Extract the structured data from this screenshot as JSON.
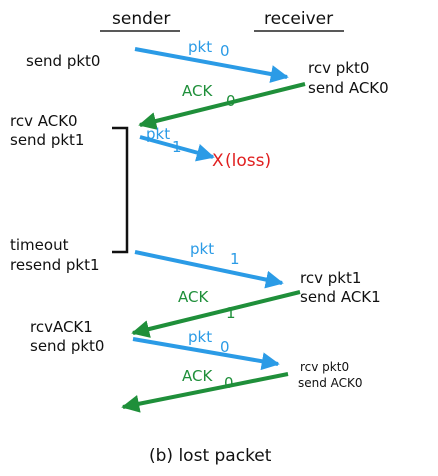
{
  "headers": {
    "sender": "sender",
    "receiver": "receiver"
  },
  "colors": {
    "blue": "#2b9be6",
    "green": "#1f8f3a",
    "red": "#e02020",
    "black": "#111111"
  },
  "sender_events": [
    [
      "send pkt0"
    ],
    [
      "rcv ACK0",
      "send pkt1"
    ],
    [
      "timeout",
      "resend pkt1"
    ],
    [
      "rcvACK1",
      "send pkt0"
    ]
  ],
  "receiver_events": [
    [
      "rcv pkt0",
      "send ACK0"
    ],
    [
      "rcv pkt1",
      "send ACK1"
    ],
    [
      "rcv pkt0",
      "send ACK0"
    ]
  ],
  "messages": [
    {
      "label": "pkt",
      "seq": "0",
      "color": "blue"
    },
    {
      "label": "ACK",
      "seq": "0",
      "color": "green"
    },
    {
      "label": "pkt",
      "seq": "1",
      "color": "blue"
    },
    {
      "label": "pkt",
      "seq": "1",
      "color": "blue"
    },
    {
      "label": "ACK",
      "seq": "1",
      "color": "green"
    },
    {
      "label": "pkt",
      "seq": "0",
      "color": "blue"
    },
    {
      "label": "ACK",
      "seq": "0",
      "color": "green"
    }
  ],
  "loss": {
    "mark": "X",
    "label": "(loss)"
  },
  "caption": "(b) lost packet"
}
